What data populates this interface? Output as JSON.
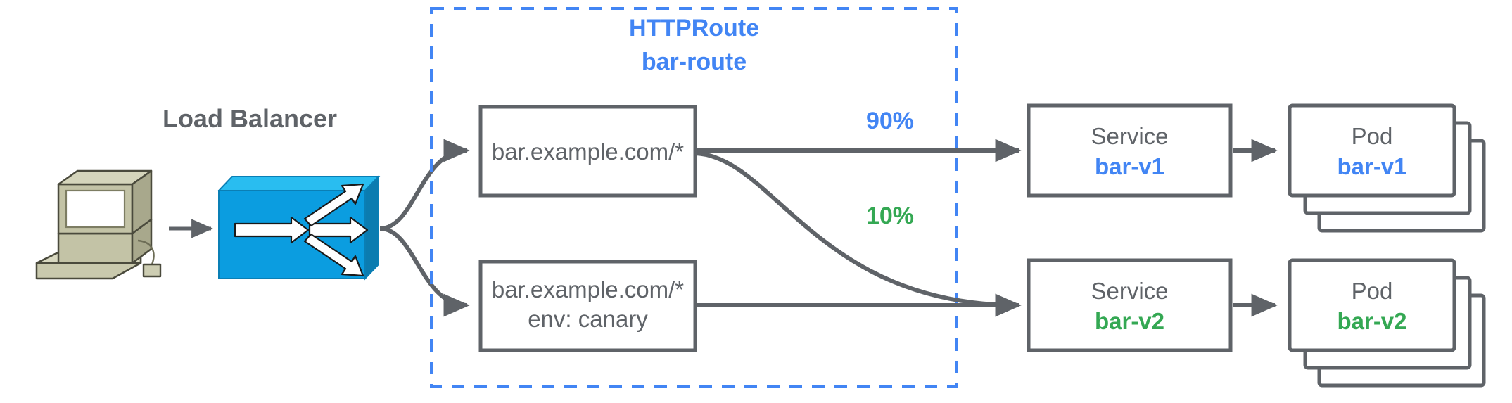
{
  "diagram": {
    "type": "kubernetes-gateway-httproute-canary",
    "colors": {
      "blue": "#4285f4",
      "green": "#34a853",
      "gray": "#5f6368",
      "switch_blue": "#0b9de0",
      "computer_beige": "#b8b89a",
      "background": "#ffffff"
    },
    "client": {
      "icon": "desktop-computer-icon"
    },
    "load_balancer": {
      "label": "Load Balancer",
      "icon": "network-switch-icon"
    },
    "httproute": {
      "kind_label": "HTTPRoute",
      "name_label": "bar-route",
      "border_style": "dashed",
      "border_color": "#4285f4",
      "rules": [
        {
          "id": "rule-primary",
          "lines": [
            "bar.example.com/*"
          ]
        },
        {
          "id": "rule-canary",
          "lines": [
            "bar.example.com/*",
            "env: canary"
          ]
        }
      ]
    },
    "weights": [
      {
        "id": "weight-90",
        "label": "90%",
        "color": "#4285f4",
        "target": "bar-v1"
      },
      {
        "id": "weight-10",
        "label": "10%",
        "color": "#34a853",
        "target": "bar-v2"
      }
    ],
    "services": [
      {
        "id": "service-bar-v1",
        "kind_label": "Service",
        "name_label": "bar-v1",
        "color": "#4285f4"
      },
      {
        "id": "service-bar-v2",
        "kind_label": "Service",
        "name_label": "bar-v2",
        "color": "#34a853"
      }
    ],
    "pods": [
      {
        "id": "pod-bar-v1",
        "kind_label": "Pod",
        "name_label": "bar-v1",
        "color": "#4285f4",
        "stack_count": 3
      },
      {
        "id": "pod-bar-v2",
        "kind_label": "Pod",
        "name_label": "bar-v2",
        "color": "#34a853",
        "stack_count": 3
      }
    ]
  }
}
